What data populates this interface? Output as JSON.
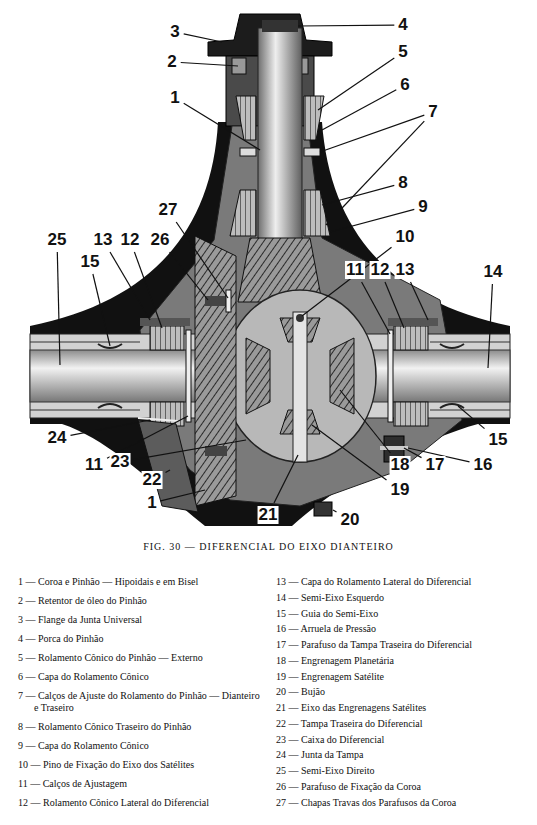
{
  "diagram": {
    "caption": "FIG. 30 — DIFERENCIAL DO EIXO DIANTEIRO",
    "labels": [
      "3",
      "4",
      "2",
      "5",
      "6",
      "1",
      "7",
      "8",
      "9",
      "27",
      "10",
      "25",
      "13",
      "12",
      "26",
      "11",
      "12",
      "13",
      "14",
      "15",
      "15",
      "24",
      "11",
      "23",
      "22",
      "1",
      "18",
      "17",
      "16",
      "19",
      "21",
      "20",
      "1 — Coroa e Pinhão — Hipoidais e em Bisel",
      "2 — Retentor de óleo do Pinhão",
      "3 — Flange da Junta Universal",
      "4 — Porca do Pinhão",
      "5 — Rolamento Cônico do Pinhão — Externo",
      "6 — Capa do Rolamento Cônico",
      "7 — Calços de Ajuste do Rolamento do Pinhão — Dianteiro e Traseiro",
      "8 — Rolamento Cônico Traseiro do Pinhão",
      "9 — Capa do Rolamento Cônico",
      "10 — Pino de Fixação do Eixo dos Satélites",
      "11 — Calços de Ajustagem",
      "12 — Rolamento Cônico Lateral do Diferencial",
      "13 — Capa do Rolamento Lateral do Diferencial",
      "14 — Semi-Eixo Esquerdo",
      "15 — Guia do Semi-Eixo",
      "16 — Arruela de Pressão",
      "17 — Parafuso da Tampa Traseira do Diferencial",
      "18 — Engrenagem Planetária",
      "19 — Engrenagem Satélite",
      "20 — Bujão",
      "21 — Eixo das Engrenagens Satélites",
      "22 — Tampa Traseira do Diferencial",
      "23 — Caixa do Diferencial",
      "24 — Junta da Tampa",
      "25 — Semi-Eixo Direito",
      "26 — Parafuso de Fixação da Coroa",
      "27 — Chapas Travas dos Parafusos da Coroa"
    ]
  }
}
